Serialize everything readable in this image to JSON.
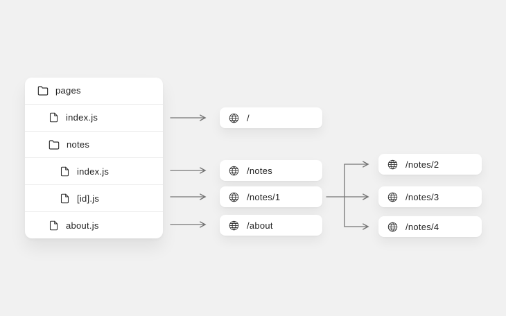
{
  "theme": {
    "bg_color": "#f1f1f1",
    "card_bg": "#ffffff",
    "text_color": "#212121",
    "arrow_color": "#757575",
    "divider_color": "#ededed",
    "icon_color": "#2b2b2b"
  },
  "file_tree": {
    "rows": [
      {
        "label": "pages",
        "icon": "folder-icon",
        "level": 0
      },
      {
        "label": "index.js",
        "icon": "file-icon",
        "level": 1
      },
      {
        "label": "notes",
        "icon": "folder-icon",
        "level": 1
      },
      {
        "label": "index.js",
        "icon": "file-icon",
        "level": 2
      },
      {
        "label": "[id].js",
        "icon": "file-icon",
        "level": 2
      },
      {
        "label": "about.js",
        "icon": "file-icon",
        "level": 1
      }
    ]
  },
  "routes": {
    "static": [
      {
        "label": "/"
      },
      {
        "label": "/notes"
      },
      {
        "label": "/notes/1"
      },
      {
        "label": "/about"
      }
    ],
    "dynamic": [
      {
        "label": "/notes/2"
      },
      {
        "label": "/notes/3"
      },
      {
        "label": "/notes/4"
      }
    ]
  }
}
